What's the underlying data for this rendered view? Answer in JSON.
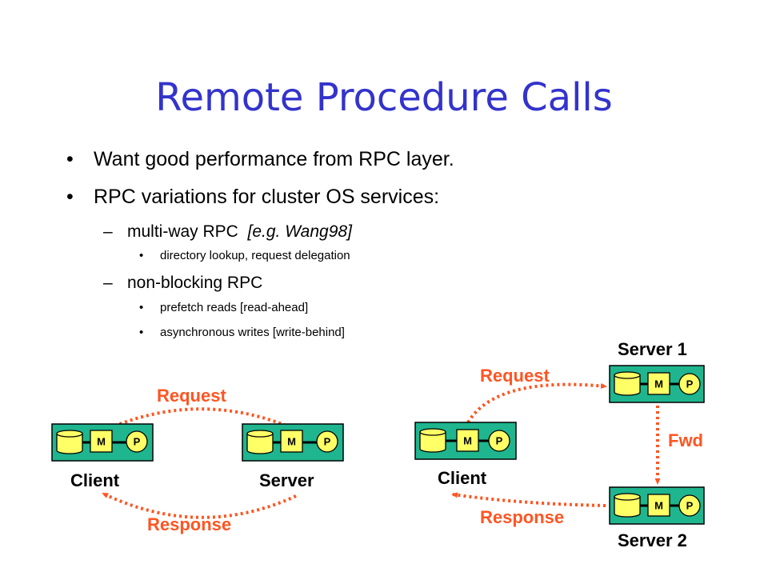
{
  "slide": {
    "title": "Remote Procedure Calls",
    "bullets": [
      {
        "level": 1,
        "marker": "•",
        "text": "Want good performance from RPC layer."
      },
      {
        "level": 1,
        "marker": "•",
        "text": "RPC variations for cluster OS services:"
      },
      {
        "level": 2,
        "marker": "–",
        "text": "multi-way RPC",
        "extra": "[e.g. Wang98]"
      },
      {
        "level": 3,
        "marker": "•",
        "text": "directory lookup, request delegation"
      },
      {
        "level": 2,
        "marker": "–",
        "text": "non-blocking RPC"
      },
      {
        "level": 3,
        "marker": "•",
        "text": "prefetch reads [read-ahead]"
      },
      {
        "level": 3,
        "marker": "•",
        "text": "asynchronous writes [write-behind]"
      }
    ]
  },
  "diagram": {
    "colors": {
      "box": "#1fb58f",
      "memory": "#ffff66",
      "processor": "#ffff66",
      "arrow": "#ff5522",
      "outline": "#000000"
    },
    "component_labels": {
      "memory": "M",
      "processor": "P"
    },
    "left": {
      "client_label": "Client",
      "server_label": "Server",
      "request_label": "Request",
      "response_label": "Response"
    },
    "right": {
      "client_label": "Client",
      "server1_label": "Server 1",
      "server2_label": "Server 2",
      "request_label": "Request",
      "forward_label": "Fwd",
      "response_label": "Response"
    }
  }
}
